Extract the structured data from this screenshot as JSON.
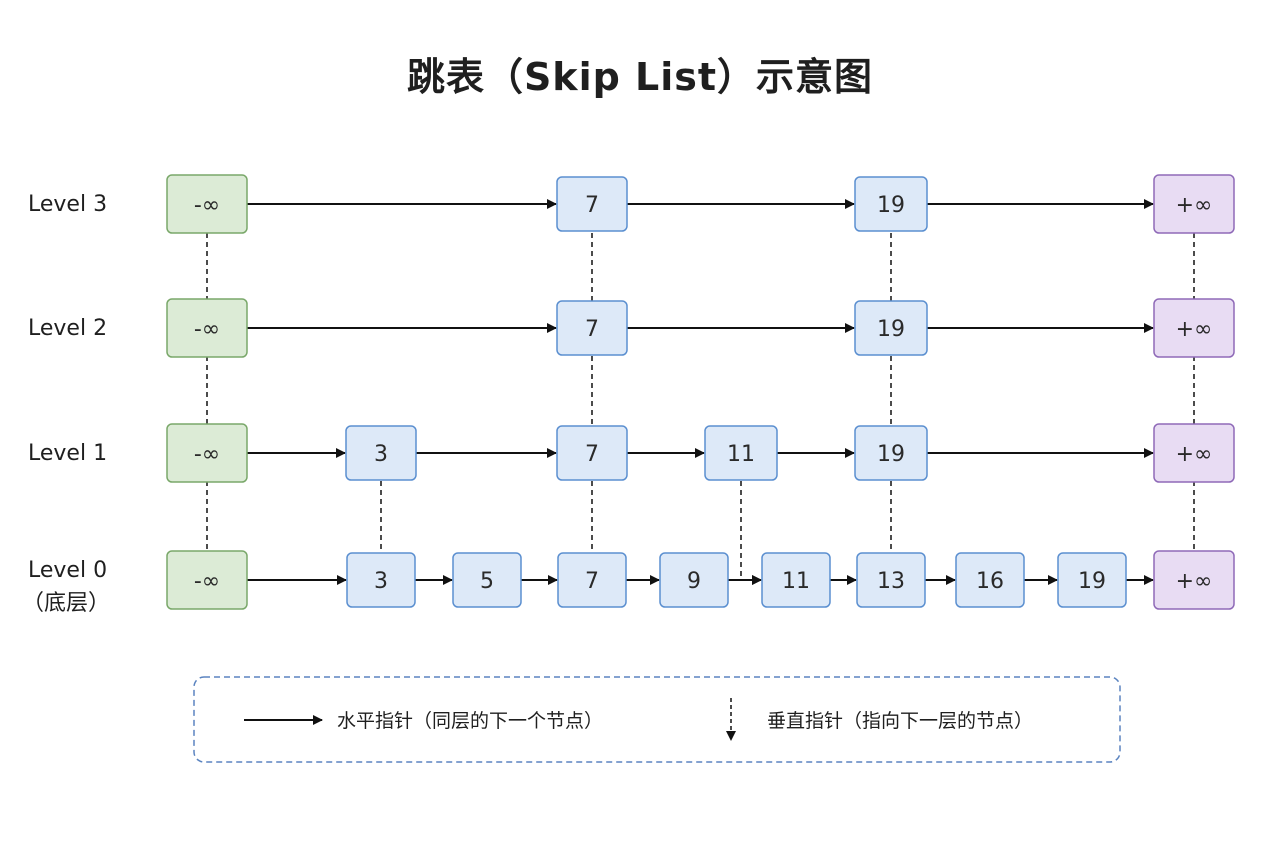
{
  "title": "跳表（Skip List）示意图",
  "colors": {
    "sentinel_left_fill": "#dcebd6",
    "sentinel_left_stroke": "#7aa86a",
    "node_fill": "#dde9f8",
    "node_stroke": "#5b8fd0",
    "sentinel_right_fill": "#e8dcf3",
    "sentinel_right_stroke": "#8f6ab8",
    "arrow": "#111111",
    "legend_border": "#5b84c0"
  },
  "levels": [
    {
      "label": "Level 3",
      "nodes": [
        "-∞",
        "7",
        "19",
        "+∞"
      ]
    },
    {
      "label": "Level 2",
      "nodes": [
        "-∞",
        "7",
        "19",
        "+∞"
      ]
    },
    {
      "label": "Level 1",
      "nodes": [
        "-∞",
        "3",
        "7",
        "11",
        "19",
        "+∞"
      ]
    },
    {
      "label": "Level 0",
      "sublabel": "（底层）",
      "nodes": [
        "-∞",
        "3",
        "5",
        "7",
        "9",
        "11",
        "13",
        "16",
        "19",
        "+∞"
      ]
    }
  ],
  "legend": {
    "horizontal": "水平指针（同层的下一个节点）",
    "vertical": "垂直指针（指向下一层的节点）"
  }
}
